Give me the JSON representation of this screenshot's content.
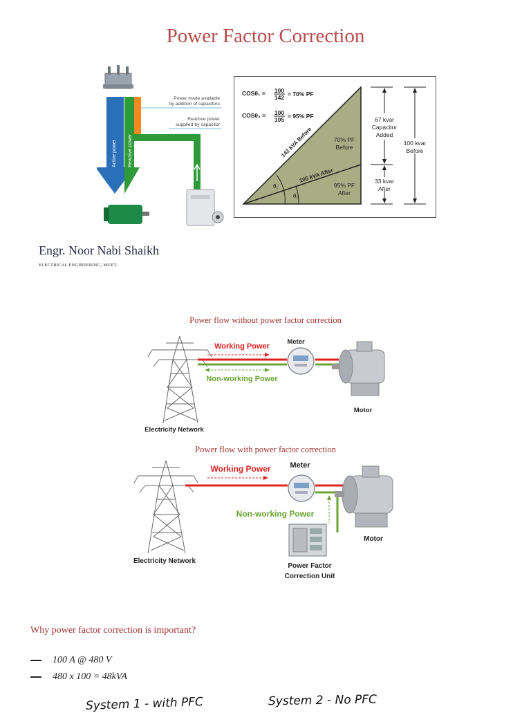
{
  "title": "Power Factor Correction",
  "figure1": {
    "label_capacitors": [
      "Power made available",
      "by addition of capacitors"
    ],
    "label_reactive": [
      "Reactive power",
      "supplied by capacitor"
    ],
    "label_active": "Active power",
    "label_reactive_arrow": "Reactive power"
  },
  "figure2": {
    "eq1_lhs": "COSθ₁ =",
    "eq1_num": "100",
    "eq1_den": "142",
    "eq1_result": "= 70% PF",
    "eq2_lhs": "COSθ₂ =",
    "eq2_num": "100",
    "eq2_den": "105",
    "eq2_result": "= 95% PF",
    "hyp1": "142 kVA Before",
    "hyp2": "105 kVA After",
    "pf_before": [
      "70% PF",
      "Before"
    ],
    "pf_after": [
      "95% PF",
      "After"
    ],
    "theta1": "θ₁",
    "theta2": "θ₂",
    "cap_added": [
      "67 kvar",
      "Capacitor",
      "Added"
    ],
    "kvar_after": [
      "33 kvar",
      "After"
    ],
    "kvar_before": [
      "100 kvar",
      "Before"
    ]
  },
  "author": {
    "name": "Engr. Noor Nabi Shaikh",
    "affiliation": "ELECTRICAL ENGINEERING, MUET."
  },
  "flow1": {
    "caption": "Power flow without power factor correction",
    "working": "Working Power",
    "nonworking": "Non-working Power",
    "meter": "Meter",
    "motor": "Motor",
    "network": "Electricity Network"
  },
  "flow2": {
    "caption": "Power flow with power factor correction",
    "working": "Working Power",
    "nonworking": "Non-working Power",
    "meter": "Meter",
    "motor": "Motor",
    "network": "Electricity Network",
    "pfc": [
      "Power Factor",
      "Correction Unit"
    ]
  },
  "question": "Why power factor correction is important?",
  "bullets": [
    "100 A @ 480 V",
    "480 x 100  = 48kVA"
  ],
  "handwriting": {
    "left": "System 1 - with PFC",
    "right": "System 2 - No PFC"
  },
  "colors": {
    "title": "#b84a4a",
    "working": "#e02020",
    "nonworking": "#6aa432",
    "olive_triangle": "#a8ad84",
    "blue_arrow": "#2a6fb8",
    "green_arrow": "#2e9a3a",
    "orange_bar": "#f08a20"
  }
}
